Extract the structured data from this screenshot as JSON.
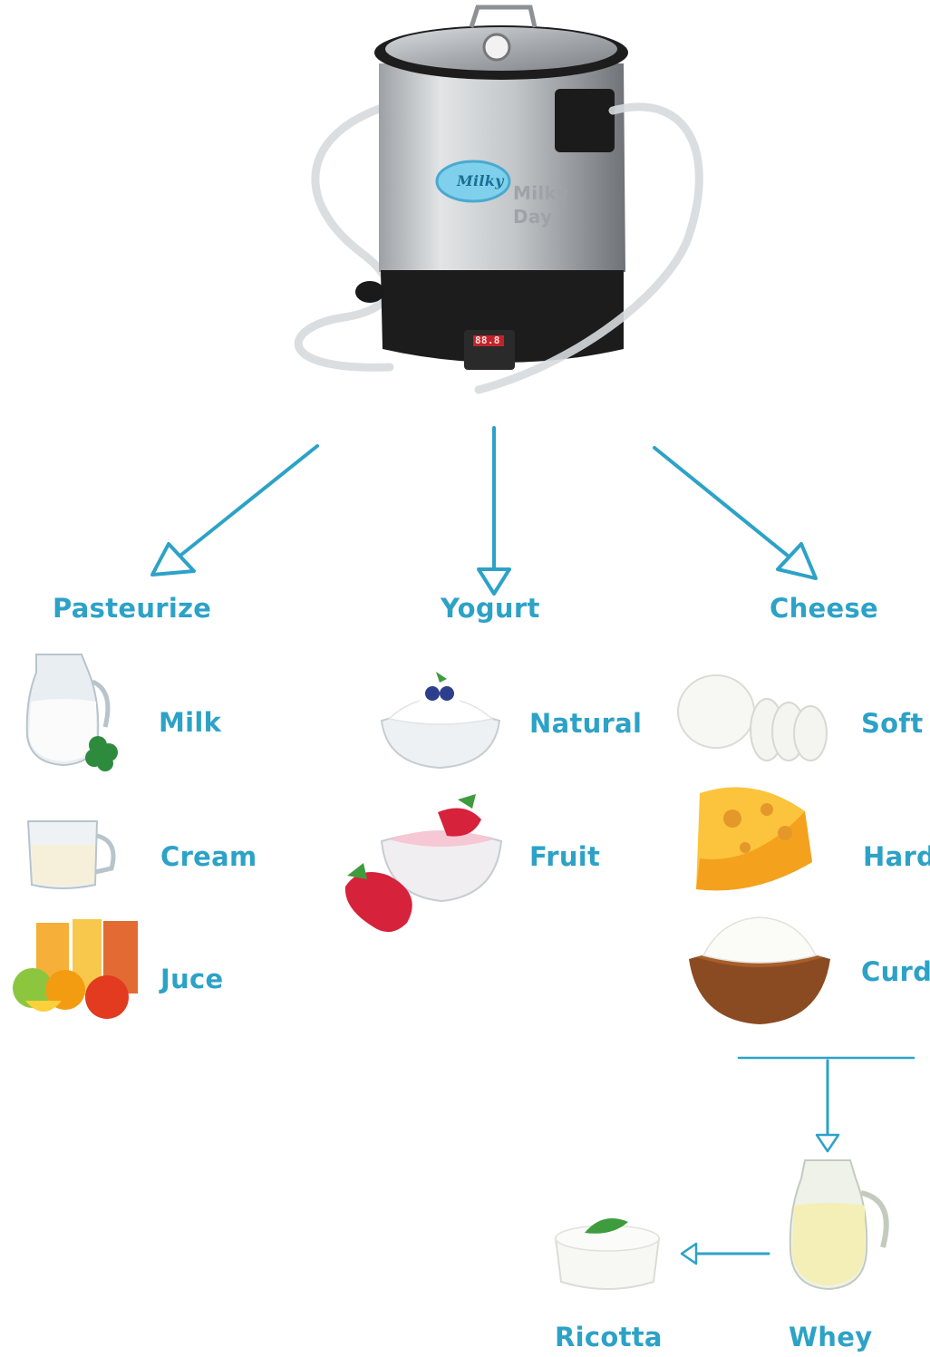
{
  "product": {
    "logo_text": "Milky",
    "brand_text": "Milky Day",
    "display_readout": "88.8"
  },
  "branches": {
    "pasteurize": {
      "label": "Pasteurize",
      "items": [
        "Milk",
        "Cream",
        "Juce"
      ]
    },
    "yogurt": {
      "label": "Yogurt",
      "items": [
        "Natural",
        "Fruit"
      ]
    },
    "cheese": {
      "label": "Cheese",
      "items": [
        "Soft",
        "Hard",
        "Curd"
      ]
    }
  },
  "byproducts": {
    "whey": "Whey",
    "ricotta": "Ricotta"
  },
  "colors": {
    "accent": "#2da2c7",
    "steel": "#b9bcbf",
    "base": "#1c1c1c"
  }
}
